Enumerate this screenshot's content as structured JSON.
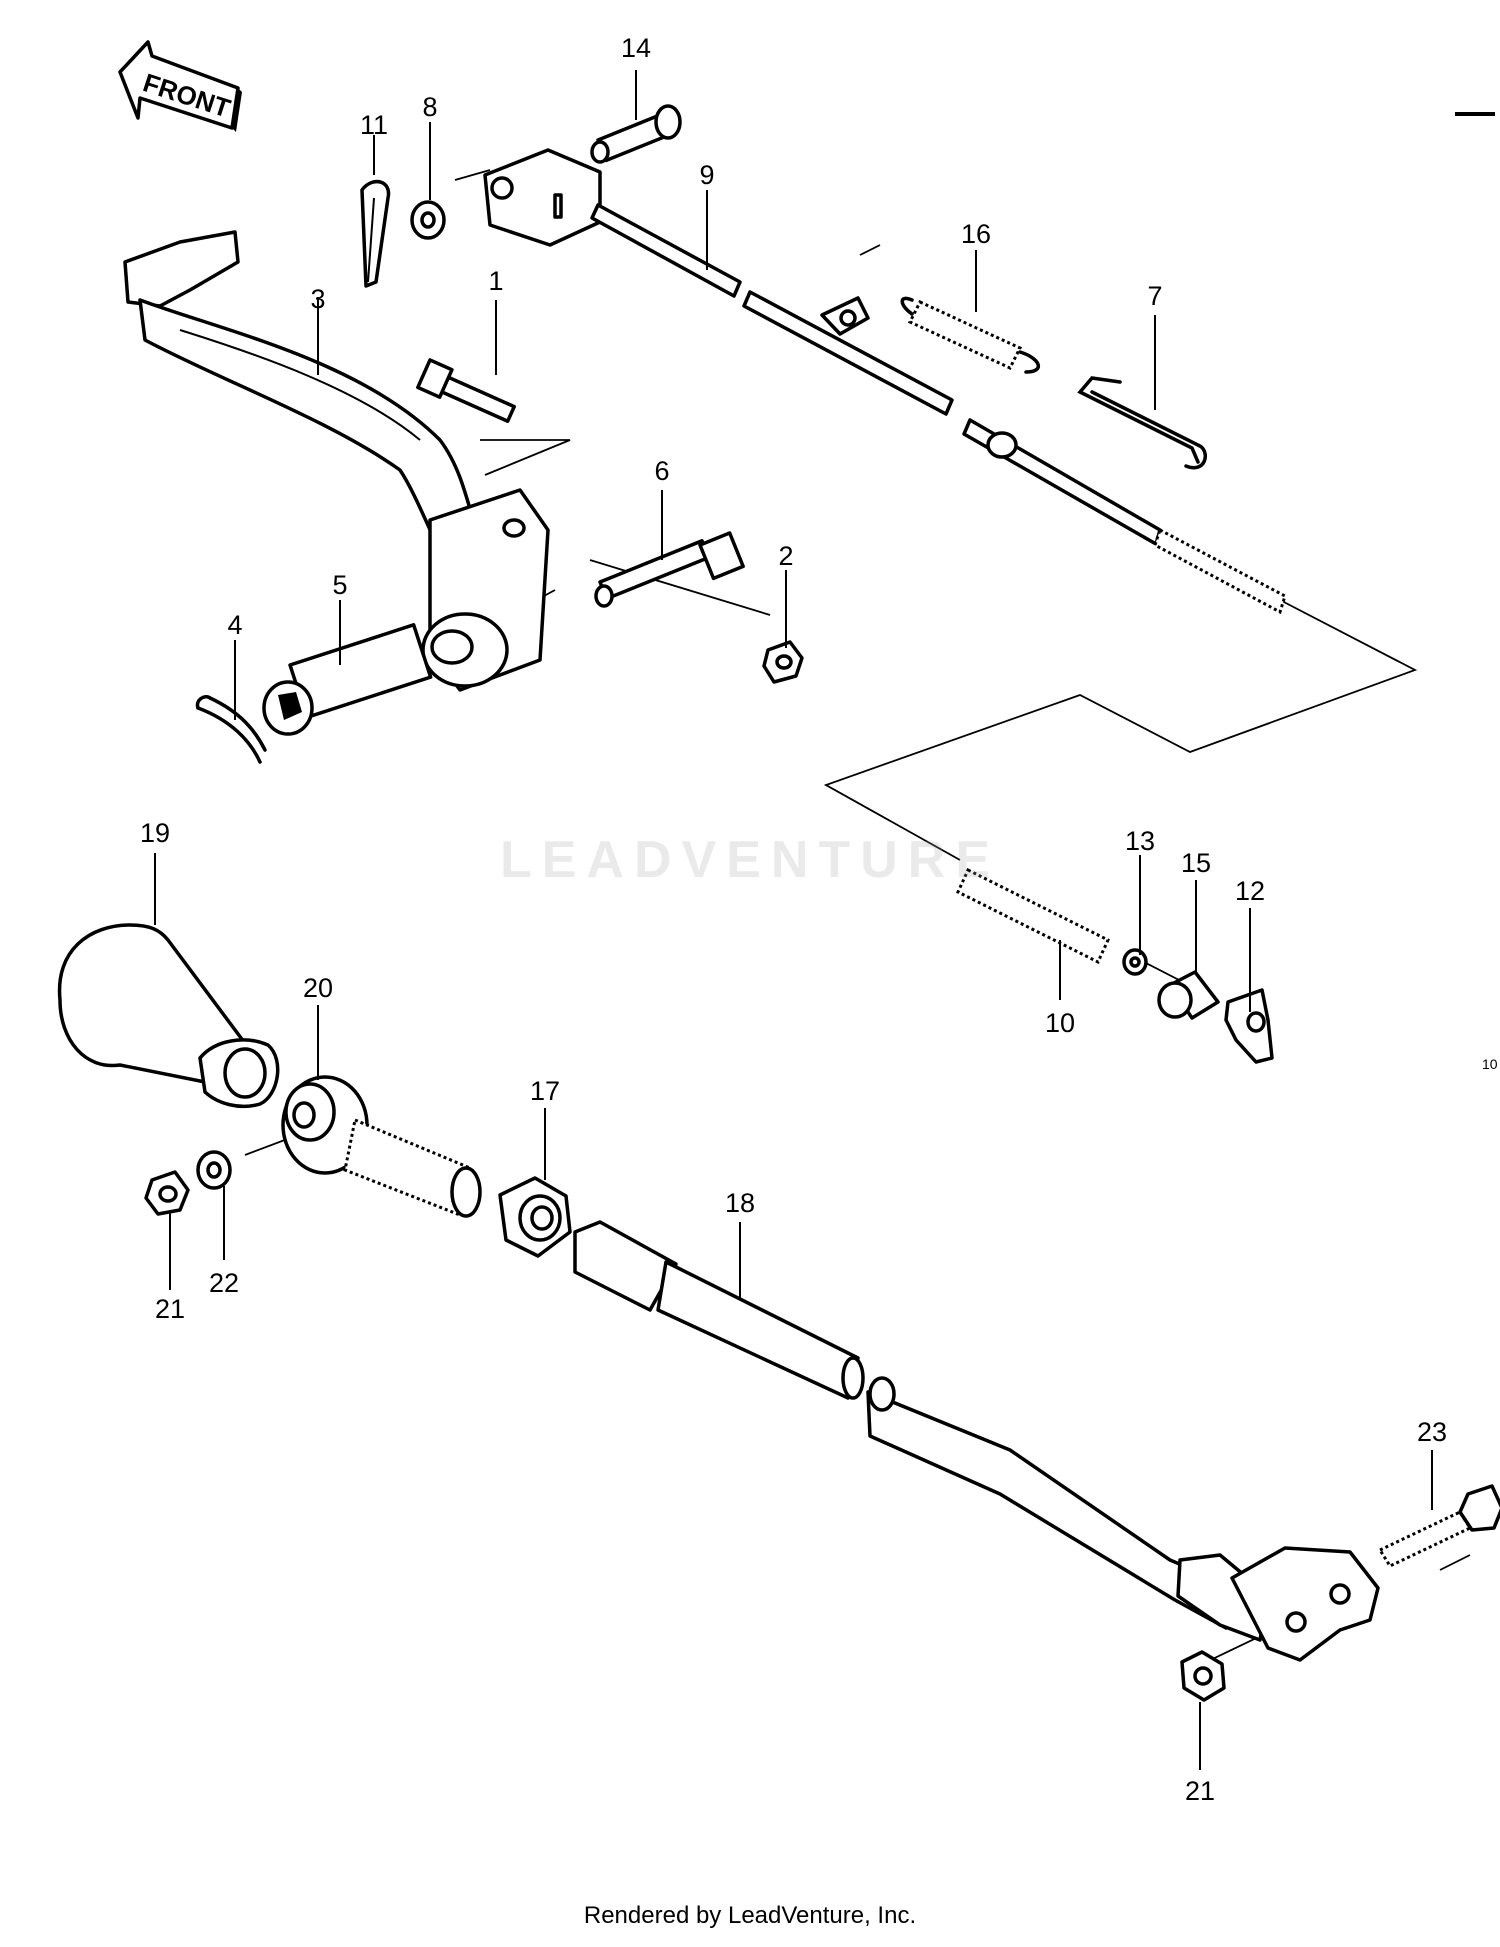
{
  "front_label": "FRONT",
  "watermark": "LEADVENTURE",
  "footer": "Rendered by LeadVenture, Inc.",
  "edge_code": "10",
  "callouts": [
    "1",
    "2",
    "3",
    "4",
    "5",
    "6",
    "7",
    "8",
    "9",
    "10",
    "11",
    "12",
    "13",
    "14",
    "15",
    "16",
    "17",
    "18",
    "19",
    "20",
    "21",
    "22",
    "23"
  ],
  "callout_21_second": "21"
}
